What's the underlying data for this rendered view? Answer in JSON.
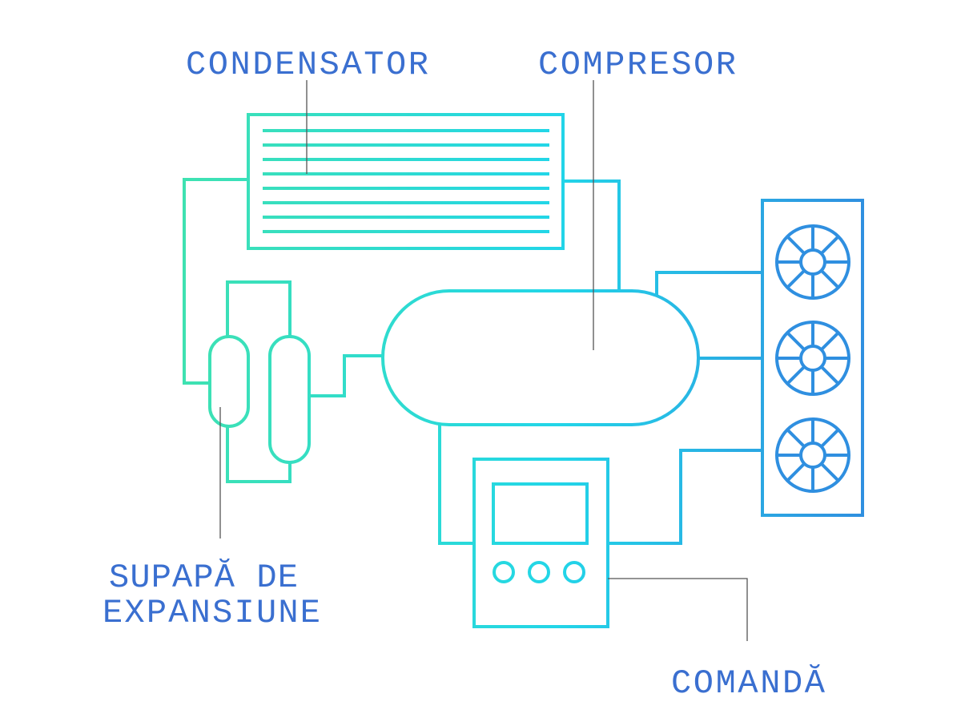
{
  "labels": {
    "condenser": "CONDENSATOR",
    "compressor": "COMPRESOR",
    "expansion_valve_line1": "SUPAPĂ DE",
    "expansion_valve_line2": "EXPANSIUNE",
    "control": "COMANDĂ"
  },
  "colors": {
    "label": "#3a6fd0",
    "line_start": "#3fe2b0",
    "line_mid": "#22d6e8",
    "line_end": "#2f8fe0",
    "leader": "#555555"
  },
  "icons": [
    "fan-icon",
    "fan-icon",
    "fan-icon"
  ]
}
